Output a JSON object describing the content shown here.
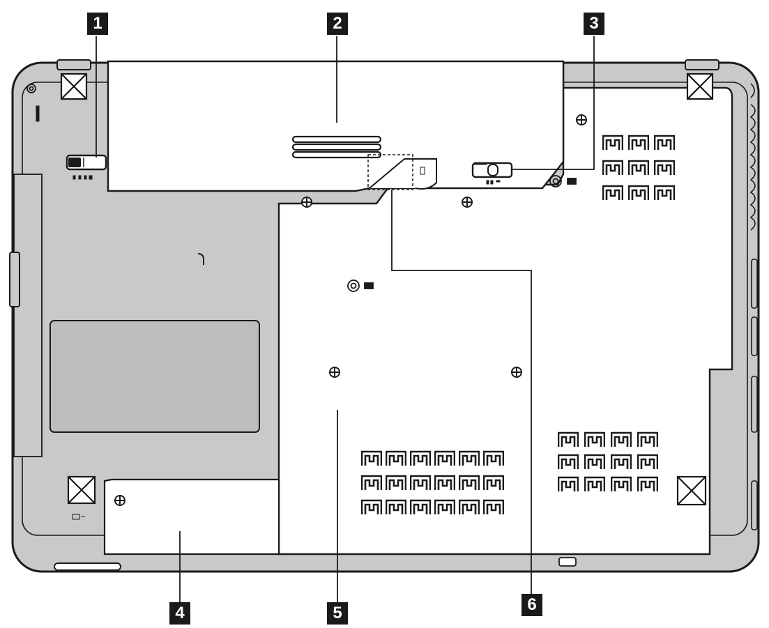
{
  "callouts": [
    {
      "id": "1",
      "label": "1"
    },
    {
      "id": "2",
      "label": "2"
    },
    {
      "id": "3",
      "label": "3"
    },
    {
      "id": "4",
      "label": "4"
    },
    {
      "id": "5",
      "label": "5"
    },
    {
      "id": "6",
      "label": "6"
    }
  ],
  "colors": {
    "body": "#c9c9c9",
    "panel": "#ffffff",
    "stroke": "#1a1a1a",
    "callout_bg": "#1a1a1a",
    "callout_text": "#ffffff"
  }
}
